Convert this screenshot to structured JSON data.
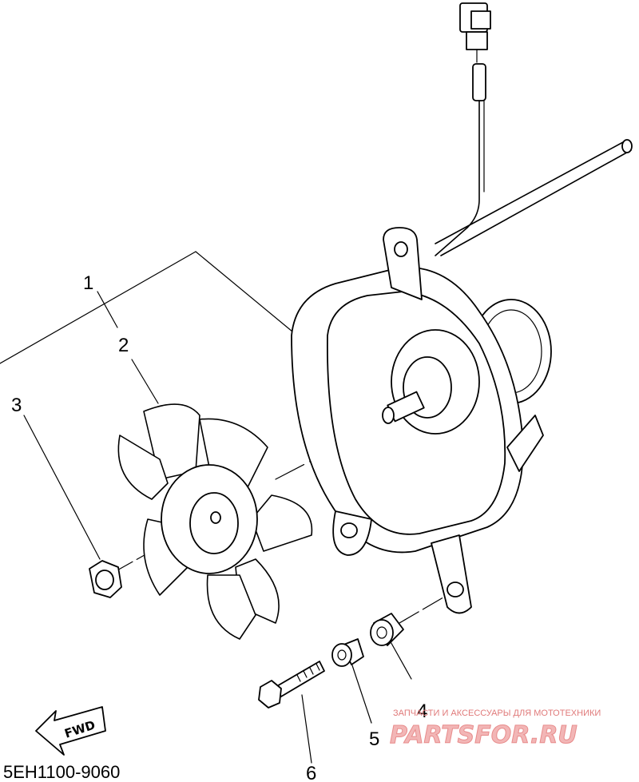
{
  "callouts": [
    "1",
    "2",
    "3",
    "4",
    "5",
    "6"
  ],
  "fwd_label": "FWD",
  "diagram_code": "5EH1100-9060",
  "watermark": {
    "tagline": "ЗАПЧАСТИ И АКСЕССУАРЫ ДЛЯ МОТОТЕХНИКИ",
    "brand": "PARTSFOR.RU"
  }
}
